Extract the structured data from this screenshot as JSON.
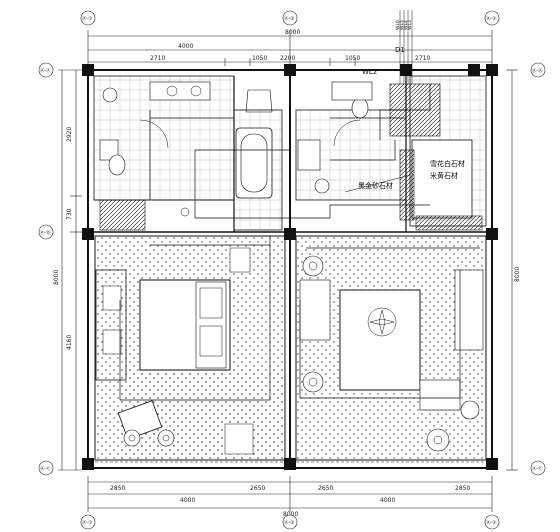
{
  "dimensions": {
    "top_total": "8000",
    "top_left": "4000",
    "top_seg_1": "2710",
    "top_seg_2": "1050",
    "top_seg_3": "2200",
    "top_seg_4": "1050",
    "top_seg_5": "2710",
    "bottom_total": "8000",
    "bottom_left": "4000",
    "bottom_right": "4000",
    "bottom_seg_1": "2850",
    "bottom_seg_2": "2650",
    "bottom_seg_3": "2650",
    "bottom_seg_4": "2850",
    "left_total": "8000",
    "left_seg_1": "2920",
    "left_seg_2": "730",
    "left_seg_3": "4160",
    "right_total": "8000"
  },
  "annotations": {
    "callout_1": "黑金砂石材",
    "callout_2": "雪花白石材",
    "callout_3": "米黄石材",
    "room_code": "WL2",
    "ref_code": "D1"
  },
  "axes": {
    "top_left": "Ⓐ-①",
    "top_mid": "Ⓐ-②",
    "top_right": "Ⓐ-③",
    "left_top": "Ⓐ-Ⓐ",
    "left_mid": "Ⓐ-Ⓑ",
    "left_bot": "Ⓐ-Ⓒ",
    "right_top": "Ⓐ-Ⓐ",
    "right_bot": "Ⓐ-Ⓒ",
    "bottom_left": "Ⓐ-①",
    "bottom_mid": "Ⓐ-②",
    "bottom_right": "Ⓐ-③"
  },
  "legend_labels": [
    "WL6",
    "WL5",
    "WL4",
    "WL3"
  ]
}
